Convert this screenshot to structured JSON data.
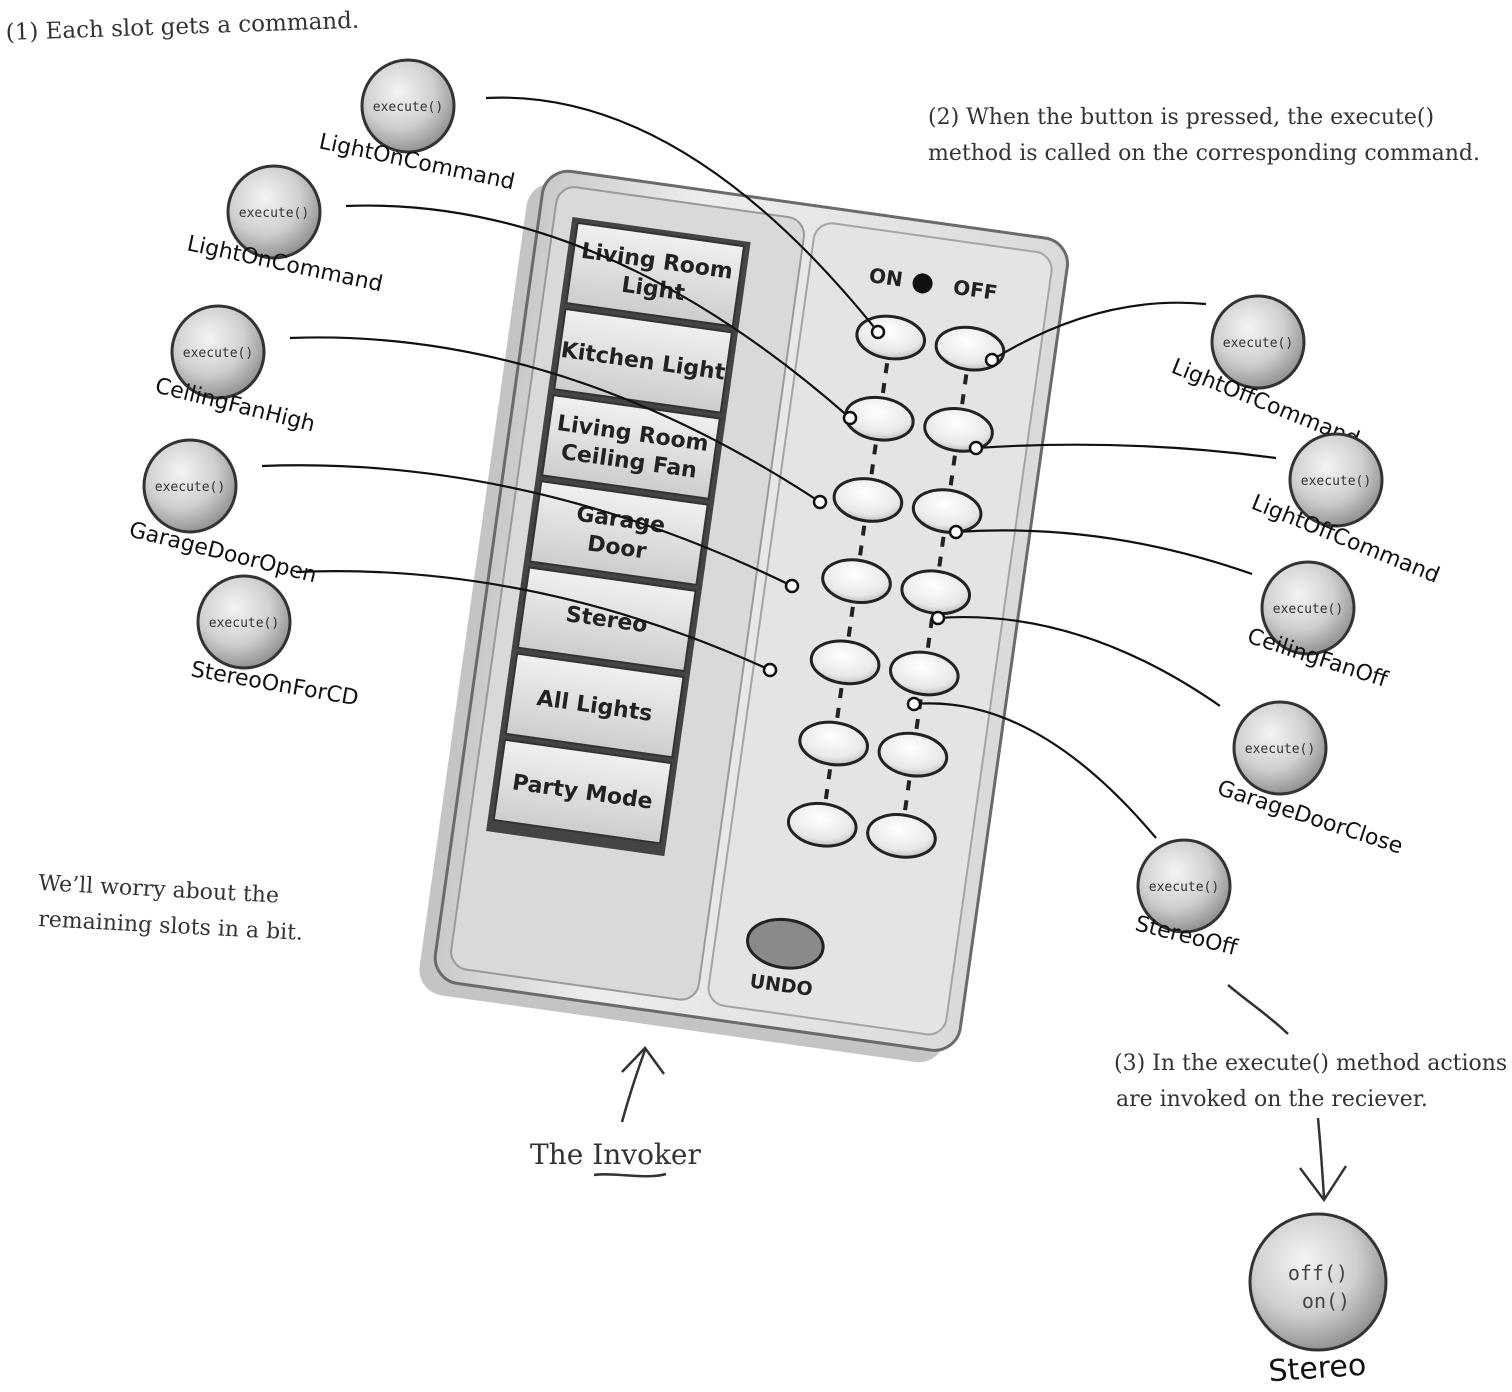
{
  "annotations": {
    "step1": "(1) Each slot gets a command.",
    "step2_line1": "(2) When the button is pressed, the execute()",
    "step2_line2": "method is called on the corresponding command.",
    "step3_line1": "(3) In the execute() method actions",
    "step3_line2": "are invoked on the reciever.",
    "remaining_line1": "We’ll worry about the",
    "remaining_line2": "remaining slots in a bit.",
    "invoker_prefix": "The ",
    "invoker_word": "Invoker"
  },
  "remote": {
    "on_label": "ON",
    "off_label": "OFF",
    "undo_label": "UNDO",
    "slot_labels": [
      [
        "Living Room",
        "Light"
      ],
      [
        "Kitchen Light"
      ],
      [
        "Living Room",
        "Ceiling Fan"
      ],
      [
        "Garage",
        "Door"
      ],
      [
        "Stereo"
      ],
      [
        "All Lights"
      ],
      [
        "Party Mode"
      ]
    ]
  },
  "commands": {
    "on": [
      {
        "name": "LightOnCommand",
        "method": "execute()"
      },
      {
        "name": "LightOnCommand",
        "method": "execute()"
      },
      {
        "name": "CeilingFanHigh",
        "method": "execute()"
      },
      {
        "name": "GarageDoorOpen",
        "method": "execute()"
      },
      {
        "name": "StereoOnForCD",
        "method": "execute()"
      }
    ],
    "off": [
      {
        "name": "LightOffCommand",
        "method": "execute()"
      },
      {
        "name": "LightOffCommand",
        "method": "execute()"
      },
      {
        "name": "CeilingFanOff",
        "method": "execute()"
      },
      {
        "name": "GarageDoorClose",
        "method": "execute()"
      },
      {
        "name": "StereoOff",
        "method": "execute()"
      }
    ]
  },
  "receiver": {
    "name": "Stereo",
    "methods": [
      "off()",
      "on()"
    ]
  }
}
